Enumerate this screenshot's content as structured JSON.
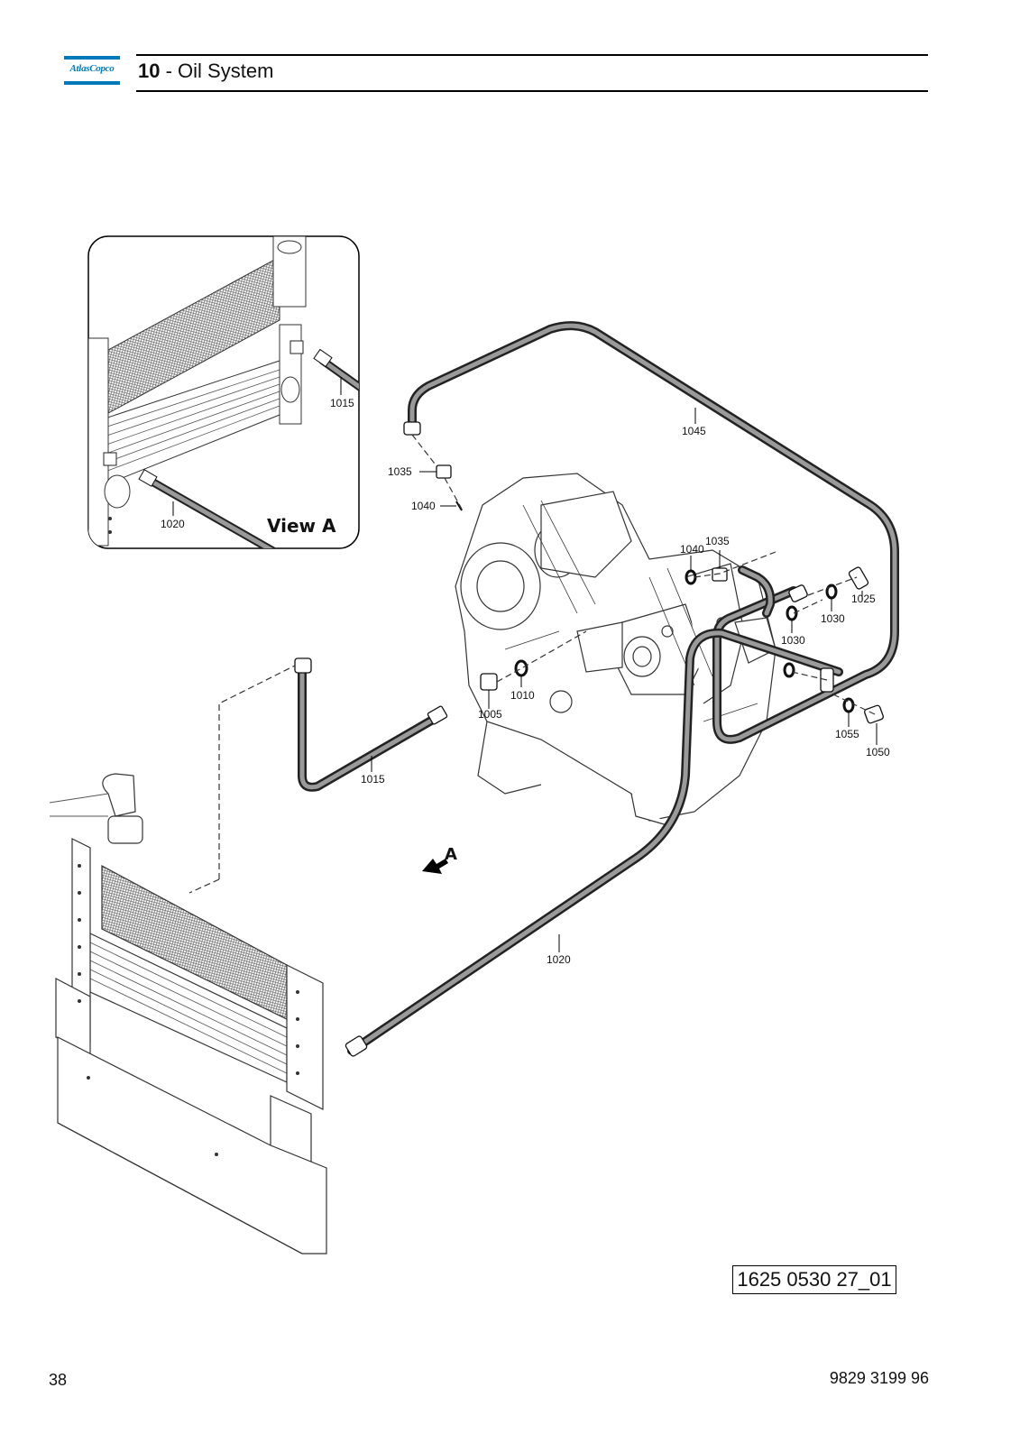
{
  "header": {
    "logo_text": "AtlasCopco",
    "chapter_number": "10",
    "chapter_separator": " - ",
    "chapter_title": "Oil System",
    "brand_color": "#0079b8"
  },
  "diagram": {
    "inset_label": "View A",
    "view_arrow_label": "A",
    "callouts": [
      "1005",
      "1010",
      "1015",
      "1020",
      "1025",
      "1030",
      "1035",
      "1040",
      "1045",
      "1050",
      "1055"
    ],
    "inset_callouts": [
      "1015",
      "1020"
    ]
  },
  "drawing_number": "1625 0530 27_01",
  "footer": {
    "page_number": "38",
    "document_number": "9829 3199 96"
  }
}
